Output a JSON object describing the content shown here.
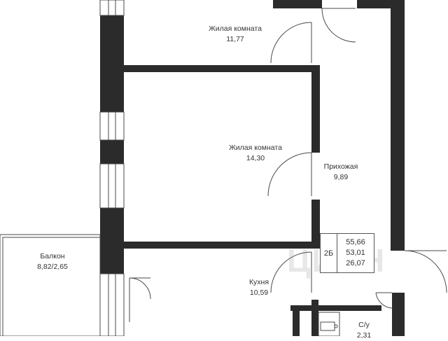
{
  "rooms": {
    "living1": {
      "name": "Жилая комната",
      "area": "11,77"
    },
    "living2": {
      "name": "Жилая комната",
      "area": "14,30"
    },
    "hallway": {
      "name": "Прихожая",
      "area": "9,89"
    },
    "kitchen": {
      "name": "Кухня",
      "area": "10,59"
    },
    "balcony": {
      "name": "Балкон",
      "area": "8,82/2,65"
    },
    "bathroom": {
      "name": "С/у",
      "area": "2,31"
    }
  },
  "summary": {
    "type": "2Б",
    "total_area": "55,66",
    "living_area": "53,01",
    "residential_area": "26,07"
  },
  "watermark": "ЦИАН",
  "colors": {
    "wall": "#2b2b2b",
    "line": "#4a4a4a",
    "background": "#ffffff"
  }
}
